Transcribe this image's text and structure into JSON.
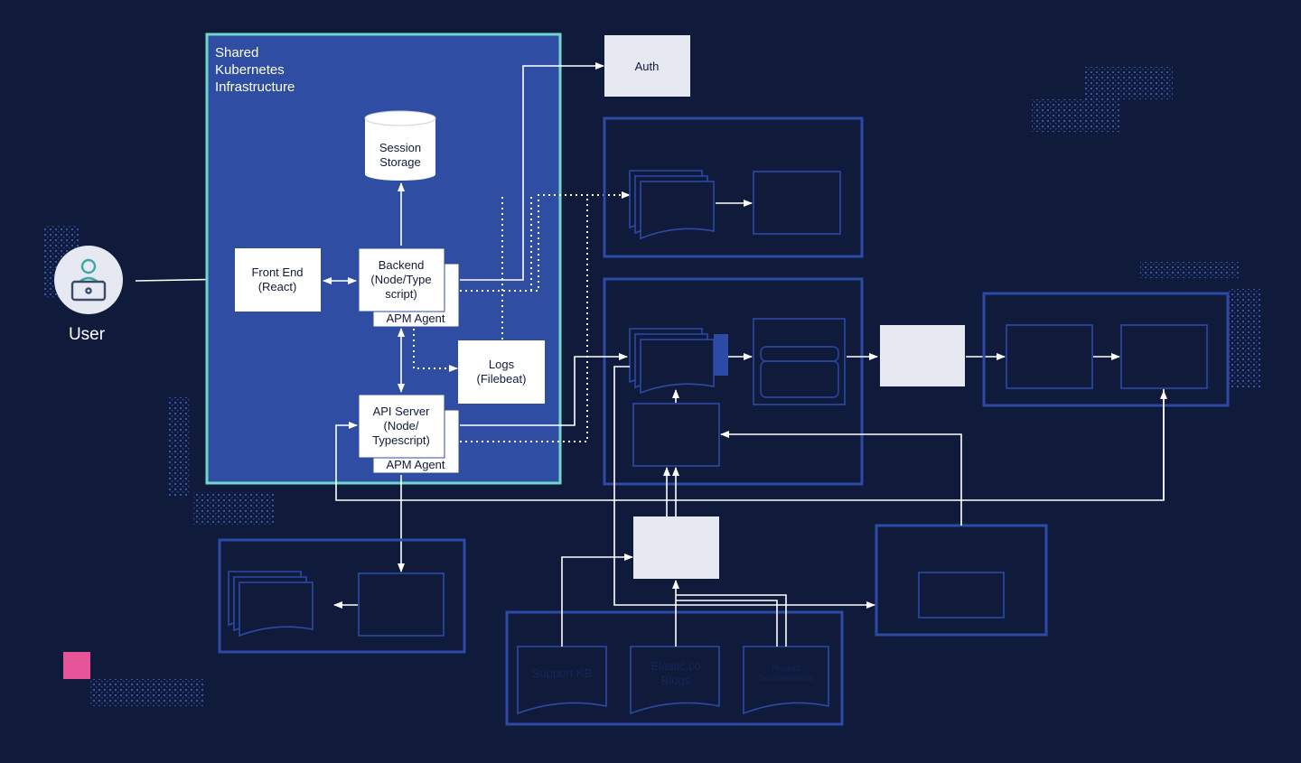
{
  "colors": {
    "background": "#101a3b",
    "cluster_fill": "#2f4ea3",
    "cluster_border": "#6fd8c9",
    "component_fill": "#ffffff",
    "navy_box_border": "#2c4aa6",
    "grey_box": "#e6e9f2",
    "arrow": "#ffffff",
    "accent_pink": "#e8549a",
    "user_icon": "#3aa9a0"
  },
  "user": {
    "label": "User",
    "icon": "user-laptop-icon"
  },
  "cluster": {
    "title_lines": [
      "Shared",
      "Kubernetes",
      "Infrastructure"
    ]
  },
  "nodes": {
    "session_storage": {
      "lines": [
        "Session",
        "Storage"
      ]
    },
    "front_end": {
      "lines": [
        "Front End",
        "(React)"
      ]
    },
    "backend": {
      "lines": [
        "Backend",
        "(Node/Type",
        "script)"
      ],
      "agent": "APM Agent"
    },
    "logs": {
      "lines": [
        "Logs",
        "(Filebeat)"
      ]
    },
    "api_server": {
      "lines": [
        "API Server",
        "(Node/",
        "Typescript)"
      ],
      "agent": "APM Agent"
    },
    "auth": {
      "label": "Auth"
    }
  },
  "sources": {
    "support_kb": {
      "label": "Support KB"
    },
    "elastic_blogs": {
      "lines": [
        "Elastic.co",
        "Blogs"
      ]
    },
    "product_docs": {
      "lines": [
        "Product",
        "Documentation"
      ]
    }
  }
}
